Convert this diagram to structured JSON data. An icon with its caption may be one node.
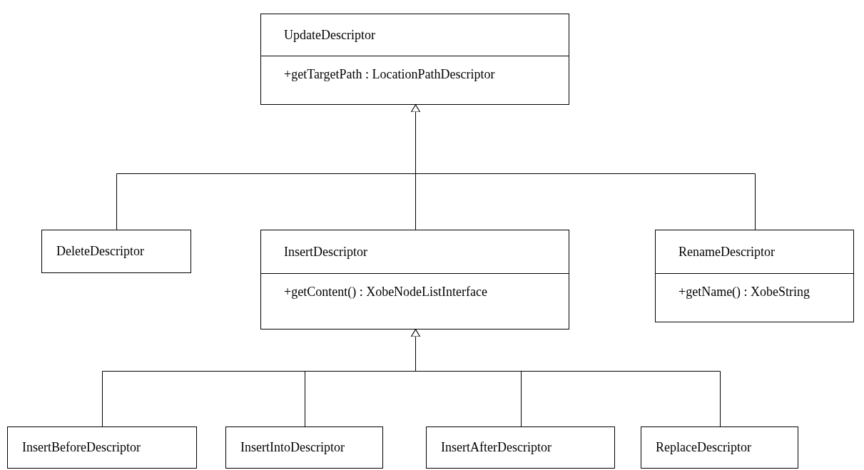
{
  "diagram": {
    "nodes": [
      {
        "text": [
          "UpdateDescriptor",
          "+getTargetPath : LocationPathDescriptor"
        ]
      },
      {
        "text": [
          "DeleteDescriptor"
        ]
      },
      {
        "text": [
          "InsertDescriptor",
          "+getContent() : XobeNodeListInterface"
        ]
      },
      {
        "text": [
          "RenameDescriptor",
          "+getName() : XobeString"
        ]
      },
      {
        "text": [
          "InsertBeforeDescriptor"
        ]
      },
      {
        "text": [
          "InsertIntoDescriptor"
        ]
      },
      {
        "text": [
          "InsertAfterDescriptor"
        ]
      },
      {
        "text": [
          "ReplaceDescriptor"
        ]
      }
    ],
    "edges": [
      {
        "from": 1,
        "to": 0,
        "arrow": "to"
      },
      {
        "from": 2,
        "to": 0,
        "arrow": "to"
      },
      {
        "from": 3,
        "to": 0,
        "arrow": "to"
      },
      {
        "from": 4,
        "to": 2,
        "arrow": "to"
      },
      {
        "from": 5,
        "to": 2,
        "arrow": "to"
      },
      {
        "from": 6,
        "to": 2,
        "arrow": "to"
      },
      {
        "from": 7,
        "to": 2,
        "arrow": "to"
      }
    ]
  }
}
